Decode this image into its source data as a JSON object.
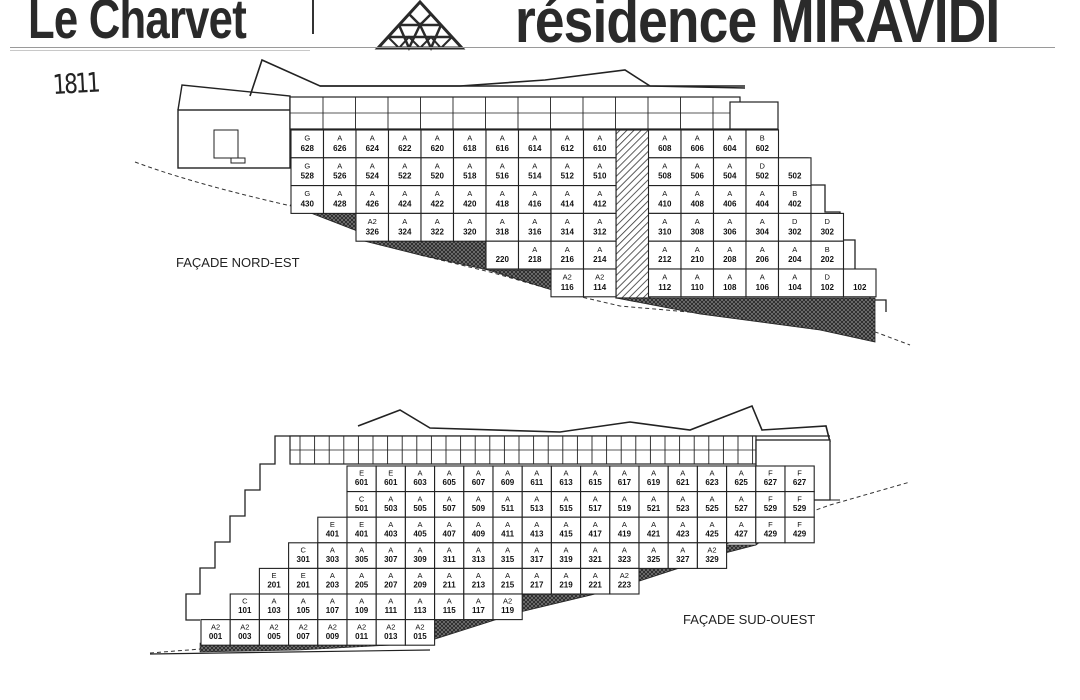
{
  "header": {
    "brand_left": "Le Charvet",
    "brand_right": "résidence MIRAVIDI",
    "logo_icon": "geodesic-dome-icon"
  },
  "handwritten_note": "1811",
  "facades": [
    {
      "id": "nord-est",
      "title": "FAÇADE NORD-EST",
      "units": [
        {
          "type": "G",
          "num": "628",
          "row": 0,
          "col": 0
        },
        {
          "type": "A",
          "num": "626",
          "row": 0,
          "col": 1
        },
        {
          "type": "A",
          "num": "624",
          "row": 0,
          "col": 2
        },
        {
          "type": "A",
          "num": "622",
          "row": 0,
          "col": 3
        },
        {
          "type": "A",
          "num": "620",
          "row": 0,
          "col": 4
        },
        {
          "type": "A",
          "num": "618",
          "row": 0,
          "col": 5
        },
        {
          "type": "A",
          "num": "616",
          "row": 0,
          "col": 6
        },
        {
          "type": "A",
          "num": "614",
          "row": 0,
          "col": 7
        },
        {
          "type": "A",
          "num": "612",
          "row": 0,
          "col": 8
        },
        {
          "type": "A",
          "num": "610",
          "row": 0,
          "col": 9
        },
        {
          "type": "A",
          "num": "608",
          "row": 0,
          "col": 11
        },
        {
          "type": "A",
          "num": "606",
          "row": 0,
          "col": 12
        },
        {
          "type": "A",
          "num": "604",
          "row": 0,
          "col": 13
        },
        {
          "type": "B",
          "num": "602",
          "row": 0,
          "col": 14
        },
        {
          "type": "G",
          "num": "528",
          "row": 1,
          "col": 0
        },
        {
          "type": "A",
          "num": "526",
          "row": 1,
          "col": 1
        },
        {
          "type": "A",
          "num": "524",
          "row": 1,
          "col": 2
        },
        {
          "type": "A",
          "num": "522",
          "row": 1,
          "col": 3
        },
        {
          "type": "A",
          "num": "520",
          "row": 1,
          "col": 4
        },
        {
          "type": "A",
          "num": "518",
          "row": 1,
          "col": 5
        },
        {
          "type": "A",
          "num": "516",
          "row": 1,
          "col": 6
        },
        {
          "type": "A",
          "num": "514",
          "row": 1,
          "col": 7
        },
        {
          "type": "A",
          "num": "512",
          "row": 1,
          "col": 8
        },
        {
          "type": "A",
          "num": "510",
          "row": 1,
          "col": 9
        },
        {
          "type": "A",
          "num": "508",
          "row": 1,
          "col": 11
        },
        {
          "type": "A",
          "num": "506",
          "row": 1,
          "col": 12
        },
        {
          "type": "A",
          "num": "504",
          "row": 1,
          "col": 13
        },
        {
          "type": "D",
          "num": "502",
          "row": 1,
          "col": 14
        },
        {
          "type": "",
          "num": "502",
          "row": 1,
          "col": 15
        },
        {
          "type": "G",
          "num": "430",
          "row": 2,
          "col": 0
        },
        {
          "type": "A",
          "num": "428",
          "row": 2,
          "col": 1
        },
        {
          "type": "A",
          "num": "426",
          "row": 2,
          "col": 2
        },
        {
          "type": "A",
          "num": "424",
          "row": 2,
          "col": 3
        },
        {
          "type": "A",
          "num": "422",
          "row": 2,
          "col": 4
        },
        {
          "type": "A",
          "num": "420",
          "row": 2,
          "col": 5
        },
        {
          "type": "A",
          "num": "418",
          "row": 2,
          "col": 6
        },
        {
          "type": "A",
          "num": "416",
          "row": 2,
          "col": 7
        },
        {
          "type": "A",
          "num": "414",
          "row": 2,
          "col": 8
        },
        {
          "type": "A",
          "num": "412",
          "row": 2,
          "col": 9
        },
        {
          "type": "A",
          "num": "410",
          "row": 2,
          "col": 11
        },
        {
          "type": "A",
          "num": "408",
          "row": 2,
          "col": 12
        },
        {
          "type": "A",
          "num": "406",
          "row": 2,
          "col": 13
        },
        {
          "type": "A",
          "num": "404",
          "row": 2,
          "col": 14
        },
        {
          "type": "B",
          "num": "402",
          "row": 2,
          "col": 15
        },
        {
          "type": "A2",
          "num": "326",
          "row": 3,
          "col": 2
        },
        {
          "type": "A",
          "num": "324",
          "row": 3,
          "col": 3
        },
        {
          "type": "A",
          "num": "322",
          "row": 3,
          "col": 4
        },
        {
          "type": "A",
          "num": "320",
          "row": 3,
          "col": 5
        },
        {
          "type": "A",
          "num": "318",
          "row": 3,
          "col": 6
        },
        {
          "type": "A",
          "num": "316",
          "row": 3,
          "col": 7
        },
        {
          "type": "A",
          "num": "314",
          "row": 3,
          "col": 8
        },
        {
          "type": "A",
          "num": "312",
          "row": 3,
          "col": 9
        },
        {
          "type": "A",
          "num": "310",
          "row": 3,
          "col": 11
        },
        {
          "type": "A",
          "num": "308",
          "row": 3,
          "col": 12
        },
        {
          "type": "A",
          "num": "306",
          "row": 3,
          "col": 13
        },
        {
          "type": "A",
          "num": "304",
          "row": 3,
          "col": 14
        },
        {
          "type": "D",
          "num": "302",
          "row": 3,
          "col": 15
        },
        {
          "type": "D",
          "num": "302",
          "row": 3,
          "col": 16
        },
        {
          "type": "",
          "num": "220",
          "row": 4,
          "col": 6
        },
        {
          "type": "A",
          "num": "218",
          "row": 4,
          "col": 7
        },
        {
          "type": "A",
          "num": "216",
          "row": 4,
          "col": 8
        },
        {
          "type": "A",
          "num": "214",
          "row": 4,
          "col": 9
        },
        {
          "type": "A",
          "num": "212",
          "row": 4,
          "col": 11
        },
        {
          "type": "A",
          "num": "210",
          "row": 4,
          "col": 12
        },
        {
          "type": "A",
          "num": "208",
          "row": 4,
          "col": 13
        },
        {
          "type": "A",
          "num": "206",
          "row": 4,
          "col": 14
        },
        {
          "type": "A",
          "num": "204",
          "row": 4,
          "col": 15
        },
        {
          "type": "B",
          "num": "202",
          "row": 4,
          "col": 16
        },
        {
          "type": "A2",
          "num": "116",
          "row": 5,
          "col": 8
        },
        {
          "type": "A2",
          "num": "114",
          "row": 5,
          "col": 9
        },
        {
          "type": "A",
          "num": "112",
          "row": 5,
          "col": 11
        },
        {
          "type": "A",
          "num": "110",
          "row": 5,
          "col": 12
        },
        {
          "type": "A",
          "num": "108",
          "row": 5,
          "col": 13
        },
        {
          "type": "A",
          "num": "106",
          "row": 5,
          "col": 14
        },
        {
          "type": "A",
          "num": "104",
          "row": 5,
          "col": 15
        },
        {
          "type": "D",
          "num": "102",
          "row": 5,
          "col": 16
        },
        {
          "type": "",
          "num": "102",
          "row": 5,
          "col": 17
        }
      ]
    },
    {
      "id": "sud-ouest",
      "title": "FAÇADE SUD-OUEST",
      "units": [
        {
          "type": "E",
          "num": "601",
          "row": 0,
          "col": 5
        },
        {
          "type": "E",
          "num": "601",
          "row": 0,
          "col": 6
        },
        {
          "type": "A",
          "num": "603",
          "row": 0,
          "col": 7
        },
        {
          "type": "A",
          "num": "605",
          "row": 0,
          "col": 8
        },
        {
          "type": "A",
          "num": "607",
          "row": 0,
          "col": 9
        },
        {
          "type": "A",
          "num": "609",
          "row": 0,
          "col": 10
        },
        {
          "type": "A",
          "num": "611",
          "row": 0,
          "col": 11
        },
        {
          "type": "A",
          "num": "613",
          "row": 0,
          "col": 12
        },
        {
          "type": "A",
          "num": "615",
          "row": 0,
          "col": 13
        },
        {
          "type": "A",
          "num": "617",
          "row": 0,
          "col": 14
        },
        {
          "type": "A",
          "num": "619",
          "row": 0,
          "col": 15
        },
        {
          "type": "A",
          "num": "621",
          "row": 0,
          "col": 16
        },
        {
          "type": "A",
          "num": "623",
          "row": 0,
          "col": 17
        },
        {
          "type": "A",
          "num": "625",
          "row": 0,
          "col": 18
        },
        {
          "type": "F",
          "num": "627",
          "row": 0,
          "col": 19
        },
        {
          "type": "F",
          "num": "627",
          "row": 0,
          "col": 20
        },
        {
          "type": "C",
          "num": "501",
          "row": 1,
          "col": 5
        },
        {
          "type": "A",
          "num": "503",
          "row": 1,
          "col": 6
        },
        {
          "type": "A",
          "num": "505",
          "row": 1,
          "col": 7
        },
        {
          "type": "A",
          "num": "507",
          "row": 1,
          "col": 8
        },
        {
          "type": "A",
          "num": "509",
          "row": 1,
          "col": 9
        },
        {
          "type": "A",
          "num": "511",
          "row": 1,
          "col": 10
        },
        {
          "type": "A",
          "num": "513",
          "row": 1,
          "col": 11
        },
        {
          "type": "A",
          "num": "515",
          "row": 1,
          "col": 12
        },
        {
          "type": "A",
          "num": "517",
          "row": 1,
          "col": 13
        },
        {
          "type": "A",
          "num": "519",
          "row": 1,
          "col": 14
        },
        {
          "type": "A",
          "num": "521",
          "row": 1,
          "col": 15
        },
        {
          "type": "A",
          "num": "523",
          "row": 1,
          "col": 16
        },
        {
          "type": "A",
          "num": "525",
          "row": 1,
          "col": 17
        },
        {
          "type": "A",
          "num": "527",
          "row": 1,
          "col": 18
        },
        {
          "type": "F",
          "num": "529",
          "row": 1,
          "col": 19
        },
        {
          "type": "F",
          "num": "529",
          "row": 1,
          "col": 20
        },
        {
          "type": "E",
          "num": "401",
          "row": 2,
          "col": 4
        },
        {
          "type": "E",
          "num": "401",
          "row": 2,
          "col": 5
        },
        {
          "type": "A",
          "num": "403",
          "row": 2,
          "col": 6
        },
        {
          "type": "A",
          "num": "405",
          "row": 2,
          "col": 7
        },
        {
          "type": "A",
          "num": "407",
          "row": 2,
          "col": 8
        },
        {
          "type": "A",
          "num": "409",
          "row": 2,
          "col": 9
        },
        {
          "type": "A",
          "num": "411",
          "row": 2,
          "col": 10
        },
        {
          "type": "A",
          "num": "413",
          "row": 2,
          "col": 11
        },
        {
          "type": "A",
          "num": "415",
          "row": 2,
          "col": 12
        },
        {
          "type": "A",
          "num": "417",
          "row": 2,
          "col": 13
        },
        {
          "type": "A",
          "num": "419",
          "row": 2,
          "col": 14
        },
        {
          "type": "A",
          "num": "421",
          "row": 2,
          "col": 15
        },
        {
          "type": "A",
          "num": "423",
          "row": 2,
          "col": 16
        },
        {
          "type": "A",
          "num": "425",
          "row": 2,
          "col": 17
        },
        {
          "type": "A",
          "num": "427",
          "row": 2,
          "col": 18
        },
        {
          "type": "F",
          "num": "429",
          "row": 2,
          "col": 19
        },
        {
          "type": "F",
          "num": "429",
          "row": 2,
          "col": 20
        },
        {
          "type": "C",
          "num": "301",
          "row": 3,
          "col": 3
        },
        {
          "type": "A",
          "num": "303",
          "row": 3,
          "col": 4
        },
        {
          "type": "A",
          "num": "305",
          "row": 3,
          "col": 5
        },
        {
          "type": "A",
          "num": "307",
          "row": 3,
          "col": 6
        },
        {
          "type": "A",
          "num": "309",
          "row": 3,
          "col": 7
        },
        {
          "type": "A",
          "num": "311",
          "row": 3,
          "col": 8
        },
        {
          "type": "A",
          "num": "313",
          "row": 3,
          "col": 9
        },
        {
          "type": "A",
          "num": "315",
          "row": 3,
          "col": 10
        },
        {
          "type": "A",
          "num": "317",
          "row": 3,
          "col": 11
        },
        {
          "type": "A",
          "num": "319",
          "row": 3,
          "col": 12
        },
        {
          "type": "A",
          "num": "321",
          "row": 3,
          "col": 13
        },
        {
          "type": "A",
          "num": "323",
          "row": 3,
          "col": 14
        },
        {
          "type": "A",
          "num": "325",
          "row": 3,
          "col": 15
        },
        {
          "type": "A",
          "num": "327",
          "row": 3,
          "col": 16
        },
        {
          "type": "A2",
          "num": "329",
          "row": 3,
          "col": 17
        },
        {
          "type": "E",
          "num": "201",
          "row": 4,
          "col": 2
        },
        {
          "type": "E",
          "num": "201",
          "row": 4,
          "col": 3
        },
        {
          "type": "A",
          "num": "203",
          "row": 4,
          "col": 4
        },
        {
          "type": "A",
          "num": "205",
          "row": 4,
          "col": 5
        },
        {
          "type": "A",
          "num": "207",
          "row": 4,
          "col": 6
        },
        {
          "type": "A",
          "num": "209",
          "row": 4,
          "col": 7
        },
        {
          "type": "A",
          "num": "211",
          "row": 4,
          "col": 8
        },
        {
          "type": "A",
          "num": "213",
          "row": 4,
          "col": 9
        },
        {
          "type": "A",
          "num": "215",
          "row": 4,
          "col": 10
        },
        {
          "type": "A",
          "num": "217",
          "row": 4,
          "col": 11
        },
        {
          "type": "A",
          "num": "219",
          "row": 4,
          "col": 12
        },
        {
          "type": "A",
          "num": "221",
          "row": 4,
          "col": 13
        },
        {
          "type": "A2",
          "num": "223",
          "row": 4,
          "col": 14
        },
        {
          "type": "C",
          "num": "101",
          "row": 5,
          "col": 1
        },
        {
          "type": "A",
          "num": "103",
          "row": 5,
          "col": 2
        },
        {
          "type": "A",
          "num": "105",
          "row": 5,
          "col": 3
        },
        {
          "type": "A",
          "num": "107",
          "row": 5,
          "col": 4
        },
        {
          "type": "A",
          "num": "109",
          "row": 5,
          "col": 5
        },
        {
          "type": "A",
          "num": "111",
          "row": 5,
          "col": 6
        },
        {
          "type": "A",
          "num": "113",
          "row": 5,
          "col": 7
        },
        {
          "type": "A",
          "num": "115",
          "row": 5,
          "col": 8
        },
        {
          "type": "A",
          "num": "117",
          "row": 5,
          "col": 9
        },
        {
          "type": "A2",
          "num": "119",
          "row": 5,
          "col": 10
        },
        {
          "type": "A2",
          "num": "001",
          "row": 6,
          "col": 0
        },
        {
          "type": "A2",
          "num": "003",
          "row": 6,
          "col": 1
        },
        {
          "type": "A2",
          "num": "005",
          "row": 6,
          "col": 2
        },
        {
          "type": "A2",
          "num": "007",
          "row": 6,
          "col": 3
        },
        {
          "type": "A2",
          "num": "009",
          "row": 6,
          "col": 4
        },
        {
          "type": "A2",
          "num": "011",
          "row": 6,
          "col": 5
        },
        {
          "type": "A2",
          "num": "013",
          "row": 6,
          "col": 6
        },
        {
          "type": "A2",
          "num": "015",
          "row": 6,
          "col": 7
        }
      ]
    }
  ]
}
